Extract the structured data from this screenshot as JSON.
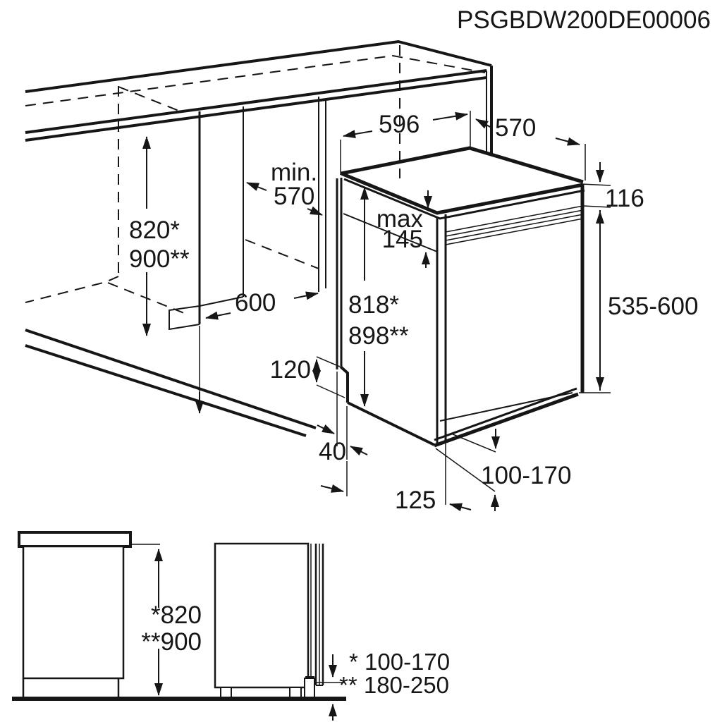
{
  "title": "PSGBDW200DE00006",
  "main_view": {
    "dim_top_width": "596",
    "dim_top_depth": "570",
    "dim_min_depth_line1": "min.",
    "dim_min_depth_line2": "570",
    "dim_counter_height_line1": "820*",
    "dim_counter_height_line2": "900**",
    "dim_floor_depth": "600",
    "dim_max_panel_line1": "max",
    "dim_max_panel_line2": "145",
    "dim_front_height_line1": "818*",
    "dim_front_height_line2": "898**",
    "dim_top_clearance": "116",
    "dim_side_height": "535-600",
    "dim_door_step": "120",
    "dim_door_offset": "40",
    "dim_plinth_height": "100-170",
    "dim_bottom_depth": "125"
  },
  "side_view": {
    "dim_height_line1": "*820",
    "dim_height_line2": "**900",
    "dim_plinth_single": "* 100-170",
    "dim_plinth_double": "** 180-250"
  }
}
